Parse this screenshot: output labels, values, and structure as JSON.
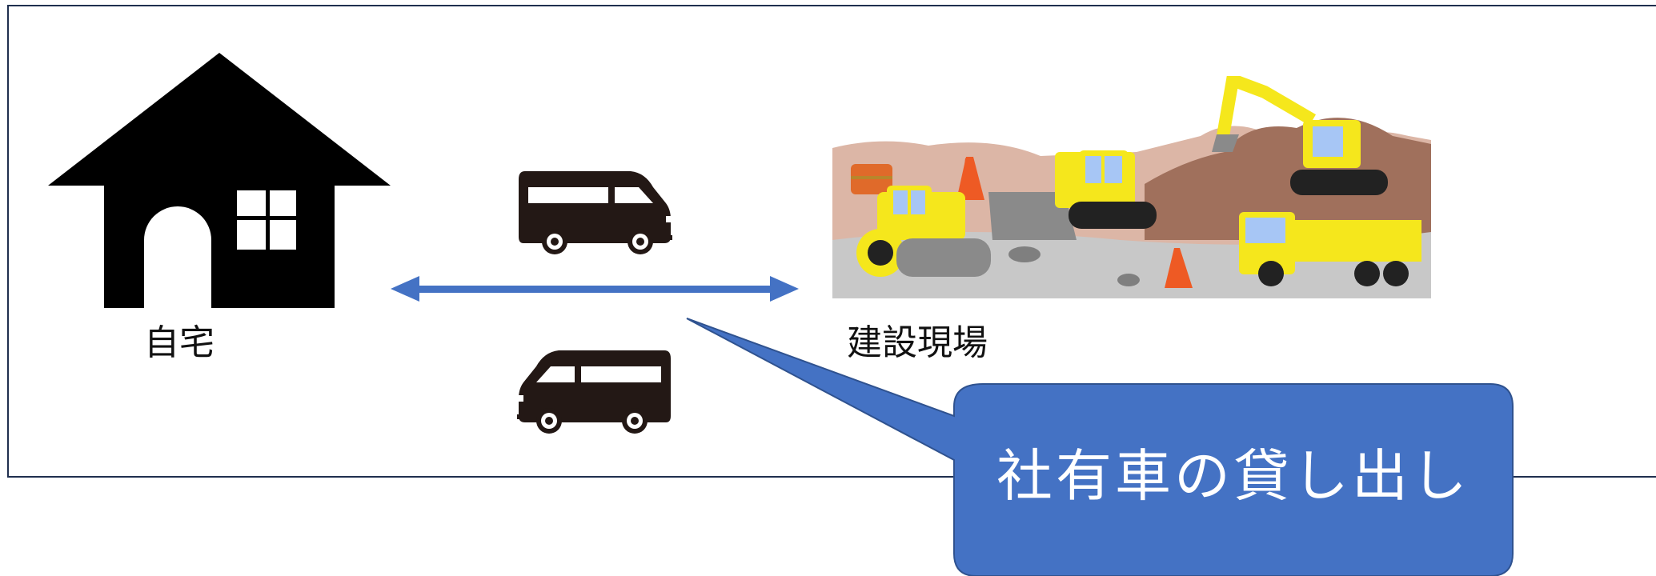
{
  "labels": {
    "home": "自宅",
    "site": "建設現場"
  },
  "callout": {
    "text": "社有車の貸し出し"
  },
  "icons": {
    "home": "house-icon",
    "car_top": "van-icon",
    "car_bottom": "van-icon",
    "site": "construction-site-illustration"
  },
  "colors": {
    "frame": "#1f2f4f",
    "arrow": "#4472c4",
    "callout_fill": "#4472c4",
    "callout_border": "#2f528f",
    "icon": "#000000",
    "machine_yellow": "#f5e71c"
  }
}
